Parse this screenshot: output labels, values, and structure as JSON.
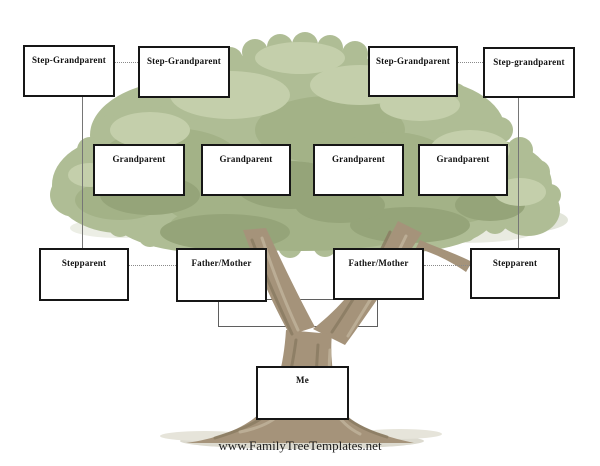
{
  "rows": {
    "step_grandparents": [
      "Step-Grandparent",
      "Step-Grandparent",
      "Step-Grandparent",
      "Step-grandparent"
    ],
    "grandparents": [
      "Grandparent",
      "Grandparent",
      "Grandparent",
      "Grandparent"
    ],
    "parents": [
      "Stepparent",
      "Father/Mother",
      "Father/Mother",
      "Stepparent"
    ],
    "me_label": "Me"
  },
  "footer": {
    "website": "www.FamilyTreeTemplates.net"
  },
  "colors": {
    "foliage_base": "#afbd95",
    "foliage_mid": "#a3b287",
    "foliage_dark": "#95a479",
    "foliage_highlight": "#c4cfab",
    "trunk": "#a5937a",
    "trunk_dark": "#8b7c63",
    "trunk_light": "#beb098",
    "ground_shadow": "#dcdacf",
    "connector_line": "#767676",
    "box_border": "#161616"
  }
}
